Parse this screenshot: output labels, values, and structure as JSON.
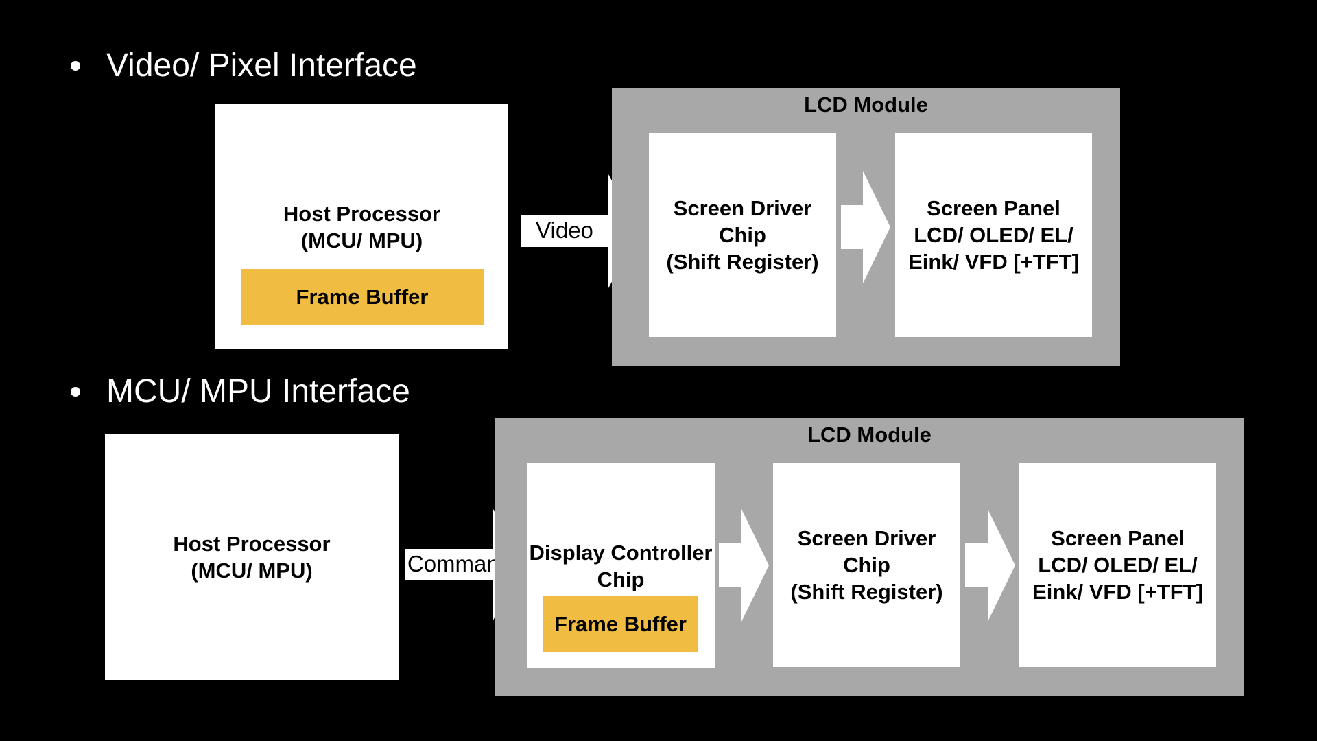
{
  "section1": {
    "bullet": "Video/ Pixel Interface",
    "host": {
      "title_line1": "Host Processor",
      "title_line2": "(MCU/ MPU)",
      "frame_buffer": "Frame Buffer"
    },
    "arrow_label": "Video",
    "module": {
      "title": "LCD Module",
      "driver": {
        "line1": "Screen Driver",
        "line2": "Chip",
        "line3": "(Shift Register)"
      },
      "panel": {
        "line1": "Screen Panel",
        "line2": "LCD/ OLED/ EL/",
        "line3": "Eink/ VFD [+TFT]"
      }
    }
  },
  "section2": {
    "bullet": "MCU/ MPU Interface",
    "host": {
      "title_line1": "Host Processor",
      "title_line2": "(MCU/ MPU)"
    },
    "arrow_label": "Command",
    "module": {
      "title": "LCD Module",
      "controller": {
        "line1": "Display Controller",
        "line2": "Chip",
        "frame_buffer": "Frame Buffer"
      },
      "driver": {
        "line1": "Screen Driver",
        "line2": "Chip",
        "line3": "(Shift Register)"
      },
      "panel": {
        "line1": "Screen Panel",
        "line2": "LCD/ OLED/ EL/",
        "line3": "Eink/ VFD [+TFT]"
      }
    }
  },
  "colors": {
    "background": "#000000",
    "box": "#ffffff",
    "module": "#a8a8a8",
    "frame_buffer": "#f0bc41"
  }
}
